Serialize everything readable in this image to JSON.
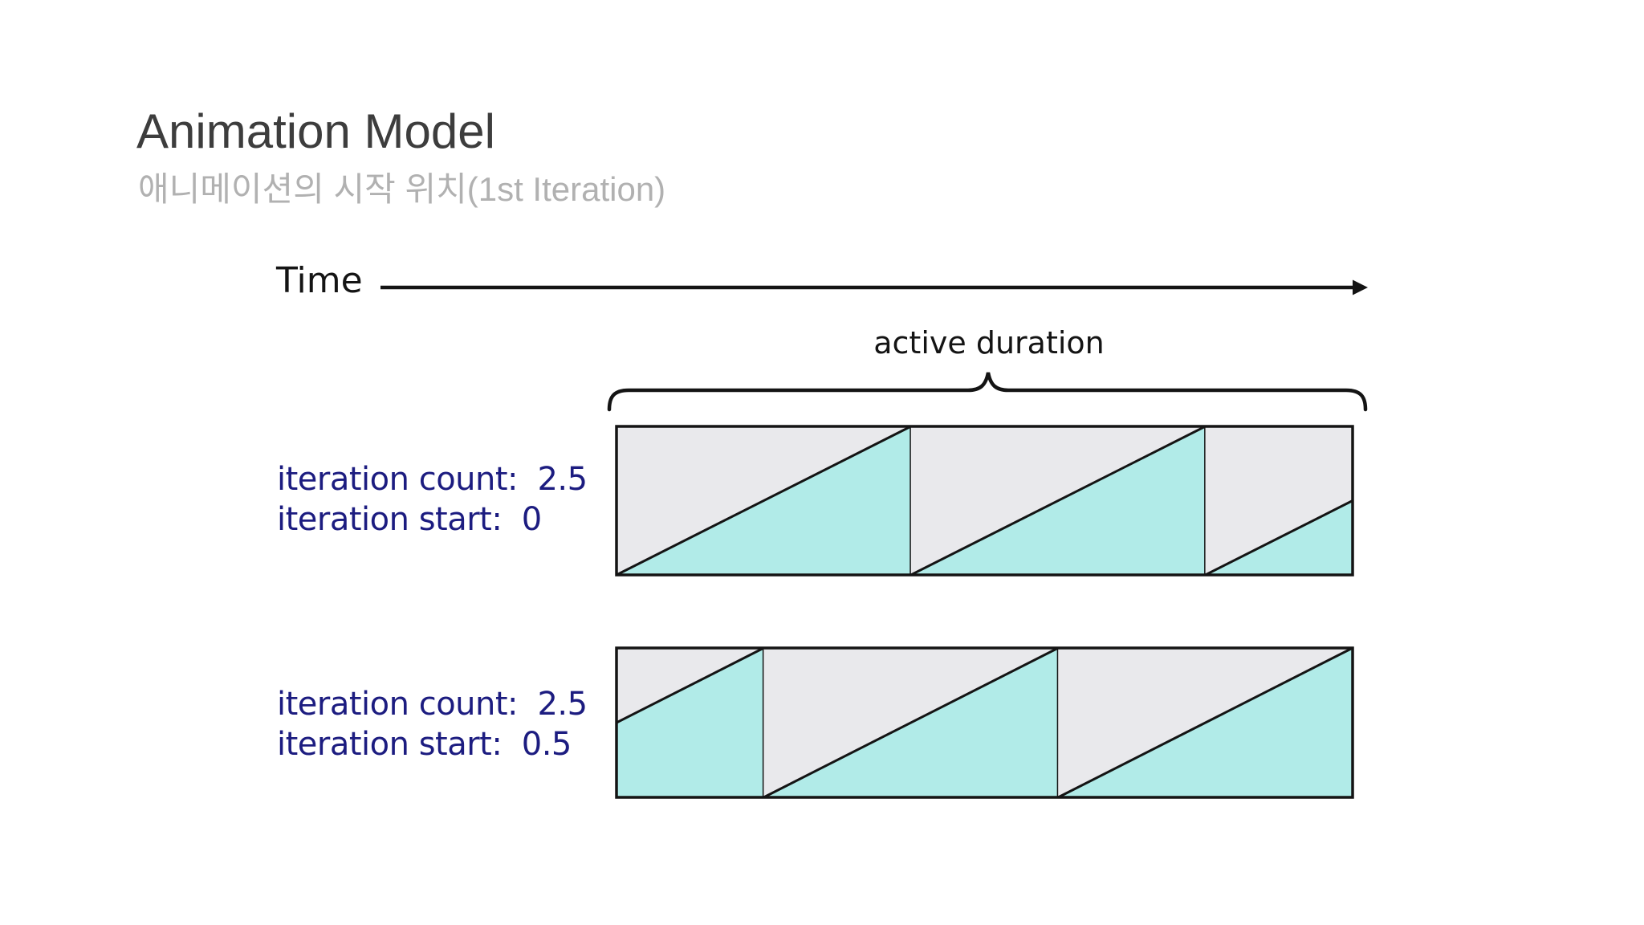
{
  "slide": {
    "title": "Animation Model",
    "subtitle": "애니메이션의 시작 위치(1st Iteration)",
    "time_label": "Time",
    "active_duration_label": "active duration"
  },
  "diagram": {
    "rows": [
      {
        "labels": [
          "iteration count:  2.5",
          "iteration start:  0"
        ],
        "iteration_count": 2.5,
        "iteration_start": 0
      },
      {
        "labels": [
          "iteration count:  2.5",
          "iteration start:  0.5"
        ],
        "iteration_count": 2.5,
        "iteration_start": 0.5
      }
    ],
    "colors": {
      "inactive_fill": "#e9e9ec",
      "active_fill": "#b1ebe8",
      "stroke": "#141414",
      "label_text": "#1c1c80"
    }
  }
}
